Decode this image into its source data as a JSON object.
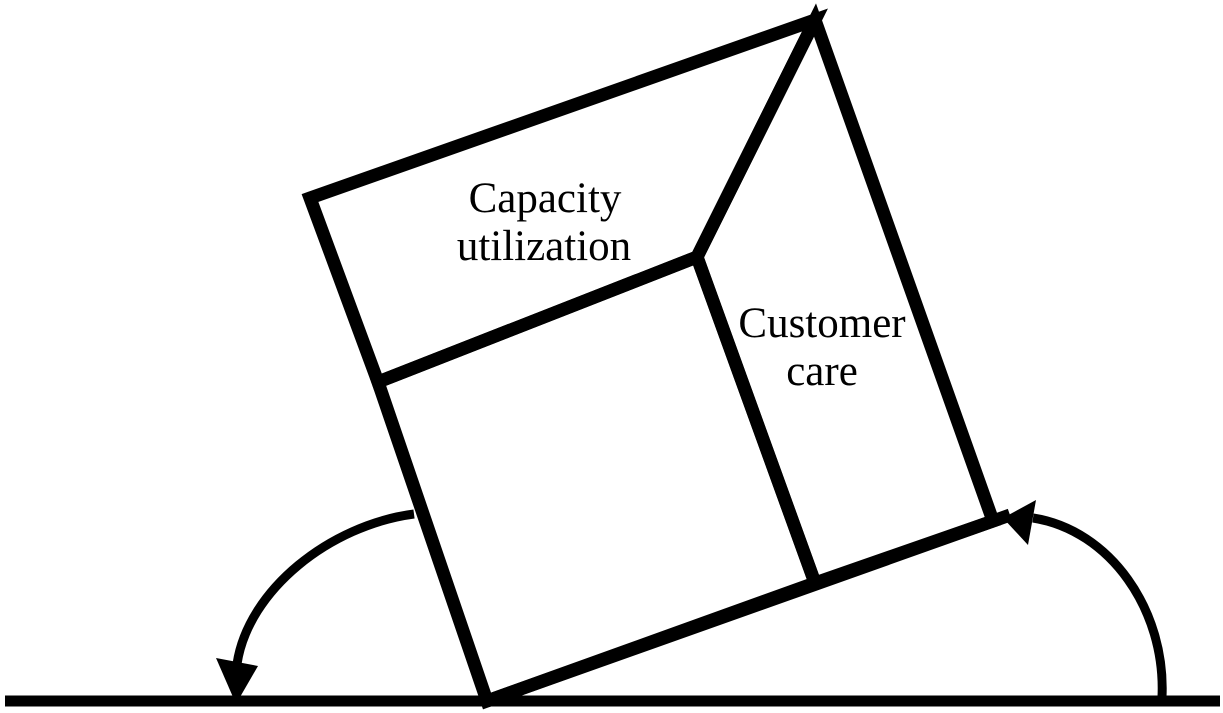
{
  "diagram": {
    "labels": {
      "capacity_line1": "Capacity",
      "capacity_line2": "utilization",
      "customer_line1": "Customer",
      "customer_line2": "care"
    },
    "colors": {
      "stroke": "#000000",
      "background": "#ffffff"
    },
    "icons": {
      "left_arrow": "counterclockwise-rotation-arrow-icon",
      "right_arrow": "clockwise-rotation-arrow-icon"
    }
  }
}
